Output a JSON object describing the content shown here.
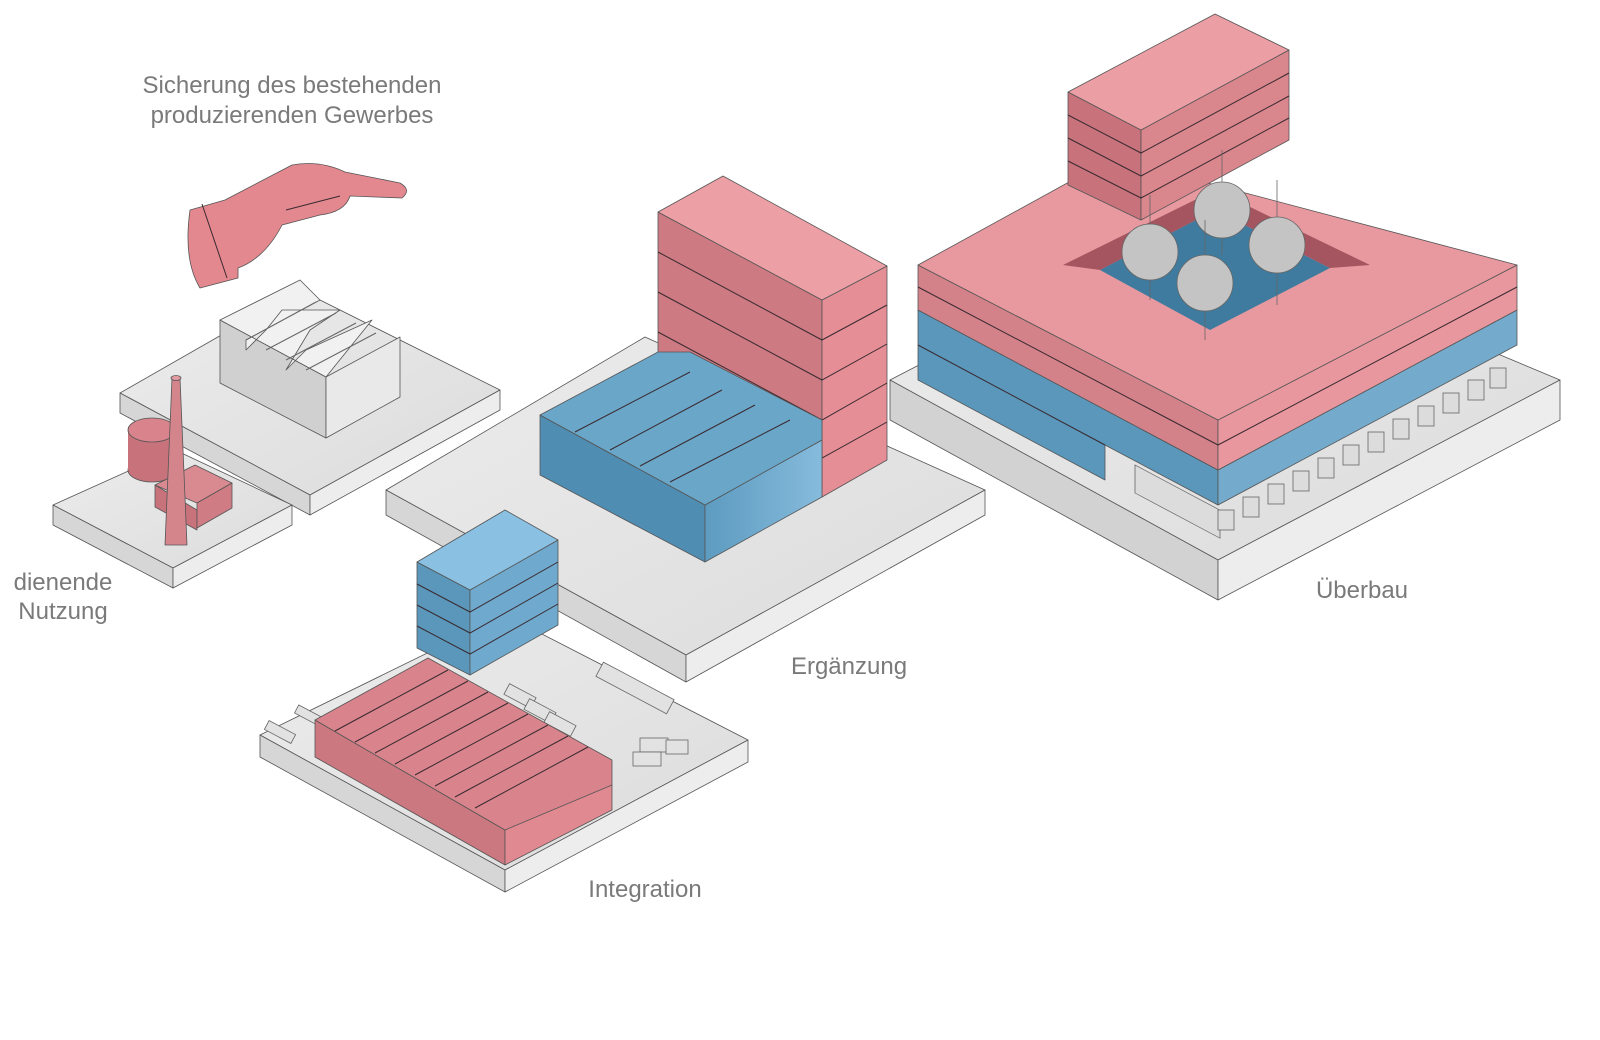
{
  "labels": {
    "title_line1": "Sicherung des bestehenden",
    "title_line2": "produzierenden Gewerbes",
    "dienende_line1": "dienende",
    "dienende_line2": "Nutzung",
    "ergaenzung": "Ergänzung",
    "ueberbau": "Überbau",
    "integration": "Integration"
  },
  "colors": {
    "pink": "#e8999f",
    "pink_dark": "#cf7c84",
    "blue": "#6aa6c8",
    "blue_dark": "#4f8db2",
    "plate_top": "#e6e6e6",
    "plate_side": "#d4d4d4"
  }
}
